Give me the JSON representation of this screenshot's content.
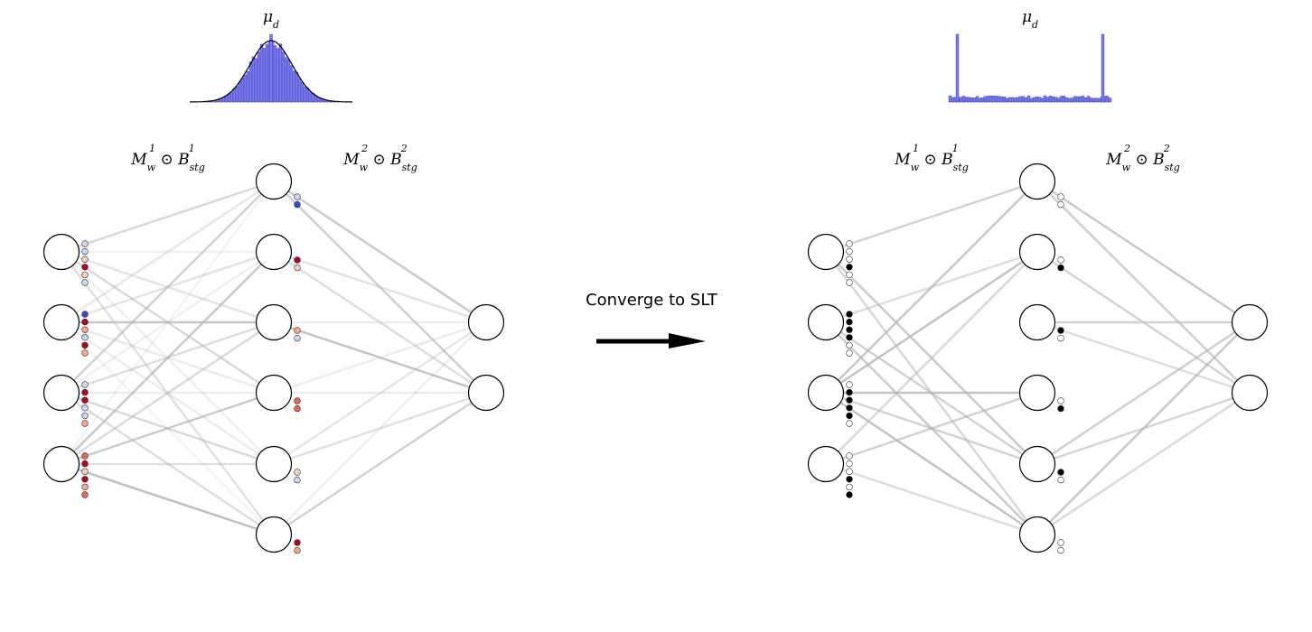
{
  "histograms": {
    "left": {
      "title": "μ",
      "title_sub": "d",
      "shape": "gaussian",
      "bar_color": "#7b7be8",
      "edge_color": "#3333cc"
    },
    "right": {
      "title": "μ",
      "title_sub": "d",
      "shape": "u-shaped",
      "bar_color": "#7b7be8",
      "edge_color": "#3333cc"
    }
  },
  "layer_labels": {
    "layer1": {
      "m": "M",
      "m_sub": "w",
      "m_sup": "1",
      "op": " ⊙ ",
      "b": "B",
      "b_sub": "stg",
      "b_sup": "1"
    },
    "layer2": {
      "m": "M",
      "m_sub": "w",
      "m_sup": "2",
      "op": " ⊙ ",
      "b": "B",
      "b_sub": "stg",
      "b_sup": "2"
    }
  },
  "arrow": {
    "label": "Converge to SLT"
  },
  "network": {
    "layers": [
      4,
      6,
      2
    ]
  },
  "colors": {
    "edge": "#b4b4b4",
    "node_stroke": "#000000",
    "node_fill": "#ffffff",
    "coolwarm": [
      "#3b4cc0",
      "#6788ee",
      "#9abbff",
      "#c9d7f0",
      "#edd1c2",
      "#f7a889",
      "#e26952",
      "#b40426"
    ],
    "binary_on": "#000000",
    "binary_off": "#ffffff"
  }
}
